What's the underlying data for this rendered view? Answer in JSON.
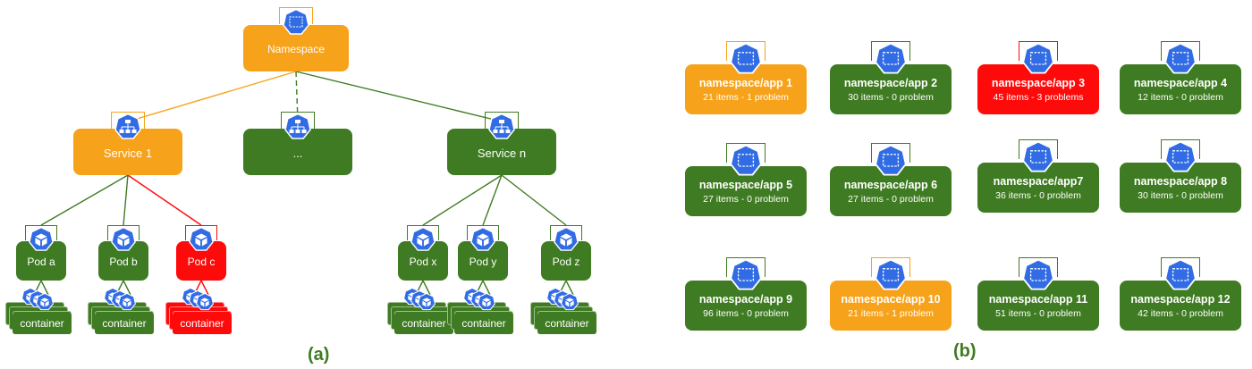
{
  "colors": {
    "green": "#3f7b22",
    "orange": "#f7a21b",
    "red": "#ff0a0a",
    "k8s_blue": "#326ce5",
    "caption": "#3f7b22"
  },
  "diagram_a": {
    "caption": "(a)",
    "namespace": {
      "label": "Namespace",
      "status": "orange",
      "icon": "namespace-icon"
    },
    "services": [
      {
        "label": "Service 1",
        "status": "orange",
        "icon": "service-icon"
      },
      {
        "label": "...",
        "status": "green",
        "icon": "service-icon"
      },
      {
        "label": "Service n",
        "status": "green",
        "icon": "service-icon"
      }
    ],
    "pods": [
      {
        "label": "Pod a",
        "status": "green",
        "icon": "pod-icon",
        "container": {
          "label": "container",
          "status": "green"
        }
      },
      {
        "label": "Pod b",
        "status": "green",
        "icon": "pod-icon",
        "container": {
          "label": "container",
          "status": "green"
        }
      },
      {
        "label": "Pod c",
        "status": "red",
        "icon": "pod-icon",
        "container": {
          "label": "container",
          "status": "red"
        }
      },
      {
        "label": "Pod x",
        "status": "green",
        "icon": "pod-icon",
        "container": {
          "label": "container",
          "status": "green"
        }
      },
      {
        "label": "Pod y",
        "status": "green",
        "icon": "pod-icon",
        "container": {
          "label": "container",
          "status": "green"
        }
      },
      {
        "label": "Pod z",
        "status": "green",
        "icon": "pod-icon",
        "container": {
          "label": "container",
          "status": "green"
        }
      }
    ]
  },
  "diagram_b": {
    "caption": "(b)",
    "apps": [
      {
        "title": "namespace/app 1",
        "summary": "21 items - 1 problem",
        "status": "orange",
        "icon": "namespace-icon"
      },
      {
        "title": "namespace/app 2",
        "summary": "30 items - 0 problem",
        "status": "green",
        "icon": "namespace-icon"
      },
      {
        "title": "namespace/app 3",
        "summary": "45 items - 3 problems",
        "status": "red",
        "icon": "namespace-icon"
      },
      {
        "title": "namespace/app 4",
        "summary": "12 items - 0 problem",
        "status": "green",
        "icon": "namespace-icon"
      },
      {
        "title": "namespace/app 5",
        "summary": "27 items - 0 problem",
        "status": "green",
        "icon": "namespace-icon"
      },
      {
        "title": "namespace/app 6",
        "summary": "27 items - 0 problem",
        "status": "green",
        "icon": "namespace-icon"
      },
      {
        "title": "namespace/app7",
        "summary": "36 items - 0 problem",
        "status": "green",
        "icon": "namespace-icon"
      },
      {
        "title": "namespace/app 8",
        "summary": "30 items - 0 problem",
        "status": "green",
        "icon": "namespace-icon"
      },
      {
        "title": "namespace/app 9",
        "summary": "96 items - 0 problem",
        "status": "green",
        "icon": "namespace-icon"
      },
      {
        "title": "namespace/app 10",
        "summary": "21 items - 1 problem",
        "status": "orange",
        "icon": "namespace-icon"
      },
      {
        "title": "namespace/app 11",
        "summary": "51 items - 0 problem",
        "status": "green",
        "icon": "namespace-icon"
      },
      {
        "title": "namespace/app 12",
        "summary": "42 items - 0 problem",
        "status": "green",
        "icon": "namespace-icon"
      }
    ]
  }
}
